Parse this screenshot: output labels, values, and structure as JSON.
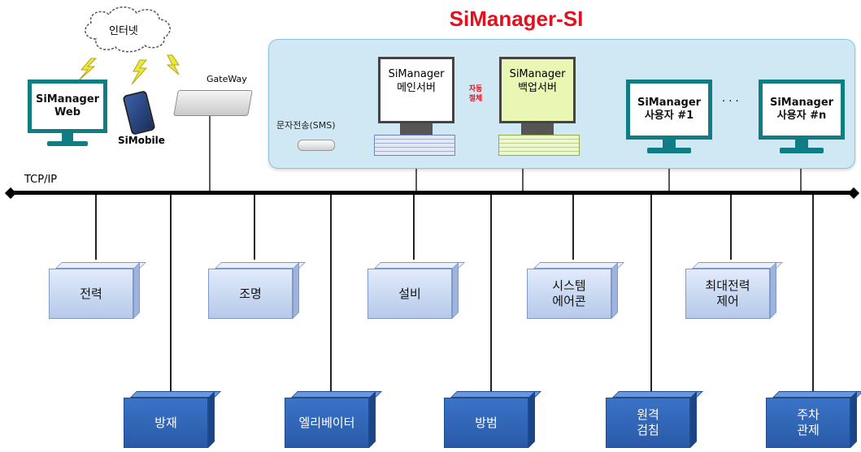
{
  "title": "SiManager-SI",
  "internet": "인터넷",
  "simanager_web": {
    "line1": "SiManager",
    "line2": "Web"
  },
  "simobile": "SiMobile",
  "gateway": "GateWay",
  "sms": "문자전송(SMS)",
  "main_server": {
    "line1": "SiManager",
    "line2": "메인서버"
  },
  "backup_server": {
    "line1": "SiManager",
    "line2": "백업서버"
  },
  "failover": {
    "line1": "자동",
    "line2": "절체"
  },
  "user1": {
    "line1": "SiManager",
    "line2": "사용자 #1"
  },
  "usern": {
    "line1": "SiManager",
    "line2": "사용자 #n"
  },
  "ellipsis": "· · ·",
  "tcpip": "TCP/IP",
  "upper_boxes": [
    {
      "line1": "전력",
      "line2": ""
    },
    {
      "line1": "조명",
      "line2": ""
    },
    {
      "line1": "설비",
      "line2": ""
    },
    {
      "line1": "시스템",
      "line2": "에어콘"
    },
    {
      "line1": "최대전력",
      "line2": "제어"
    }
  ],
  "lower_boxes": [
    {
      "line1": "방재",
      "line2": ""
    },
    {
      "line1": "엘리베이터",
      "line2": ""
    },
    {
      "line1": "방범",
      "line2": ""
    },
    {
      "line1": "원격",
      "line2": "검침"
    },
    {
      "line1": "주차",
      "line2": "관제"
    }
  ],
  "colors": {
    "title": "#e3101d",
    "monitor": "#0f7d83",
    "panel": "#cfe8f4",
    "bus": "#000000",
    "light_box": "#c4d4ef",
    "dark_box": "#2f63b5"
  }
}
